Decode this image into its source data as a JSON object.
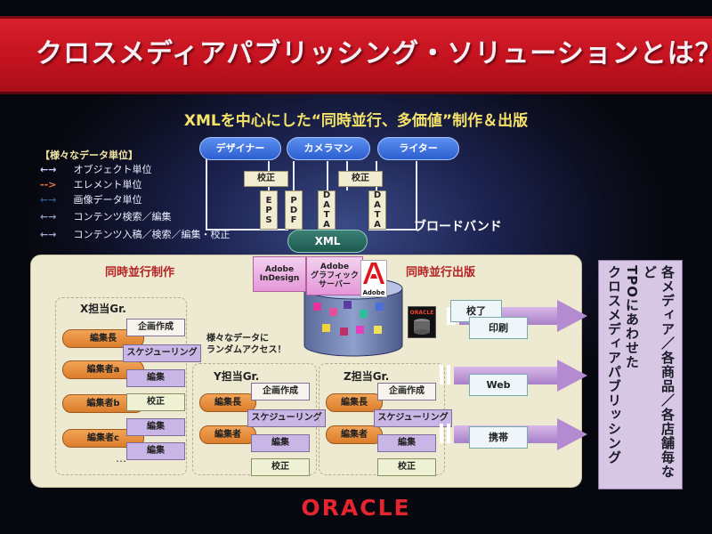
{
  "title": "クロスメディアパブリッシング・ソリューションとは？",
  "subtitle": "XMLを中心にした“同時並行、多価値”制作＆出版",
  "legend": {
    "title": "【様々なデータ単位】",
    "items": [
      {
        "label": "オブジェクト単位",
        "color": "#d0d4ff",
        "arrow": "←→"
      },
      {
        "label": "エレメント単位",
        "color": "#f07a3a",
        "arrow": "-->"
      },
      {
        "label": "画像データ単位",
        "color": "#2f5a8a",
        "arrow": "←→"
      },
      {
        "label": "コンテンツ検索／編集",
        "color": "#8f9cc6",
        "arrow": "←→"
      },
      {
        "label": "コンテンツ入稿／検索／編集・校正",
        "color": "#a7a4d6",
        "arrow": "←→"
      }
    ]
  },
  "roles": [
    "デザイナー",
    "カメラマン",
    "ライター"
  ],
  "proof_labels": [
    "校正",
    "校正"
  ],
  "data_labels": [
    "EPS",
    "PDF",
    "DATA",
    "DATA"
  ],
  "xml": "XML",
  "broadband": "ブロードバンド",
  "concurrent_production": "同時並行制作",
  "concurrent_publishing": "同時並行出版",
  "x_group": {
    "title": "X担当Gr.",
    "roles": [
      "編集長",
      "編集者a",
      "編集者b",
      "編集者c"
    ],
    "ellipsis": "…",
    "tasks": [
      "企画作成",
      "スケジューリング",
      "編集",
      "校正",
      "編集",
      "編集"
    ]
  },
  "y_group": {
    "title": "Y担当Gr.",
    "roles": [
      "編集長",
      "編集者"
    ],
    "tasks": [
      "企画作成",
      "スケジューリング",
      "編集",
      "校正"
    ]
  },
  "z_group": {
    "title": "Z担当Gr.",
    "roles": [
      "編集長",
      "編集者"
    ],
    "tasks": [
      "企画作成",
      "スケジューリング",
      "編集",
      "校正"
    ]
  },
  "random_access": "様々なデータに\nランダムアクセス！",
  "db_logos": {
    "indesign": "Adobe\nInDesign",
    "graphic": "Adobe\nグラフィック\nサーバー",
    "adobe": "Adobe",
    "oracle": "ORACLE"
  },
  "outputs": {
    "done": "校了",
    "print": "印刷",
    "web": "Web",
    "mobile": "携帯"
  },
  "right_text": "各メディア／各商品／各店舗毎など\nTPOにあわせた\nクロスメディアパブリッシング",
  "footer_logo": "ORACLE"
}
